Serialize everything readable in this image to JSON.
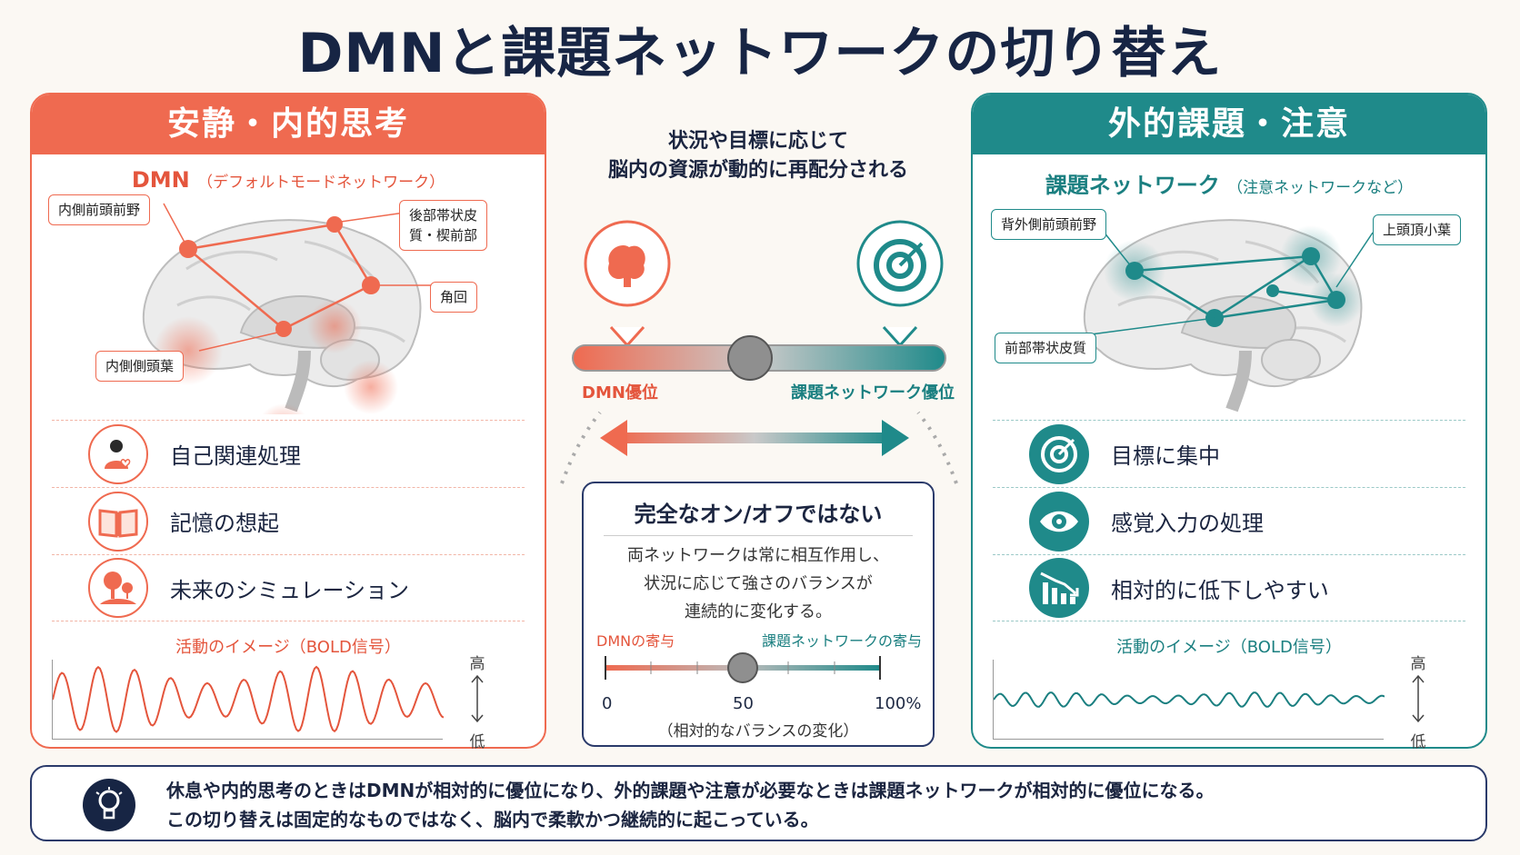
{
  "title": "DMNと課題ネットワークの切り替え",
  "left": {
    "header": "安静・内的思考",
    "subtitle": "DMN",
    "subtitle_note": "（デフォルトモードネットワーク）",
    "regions": [
      "内側前頭前野",
      "後部帯状皮",
      "質・楔前部",
      "角回",
      "内側側頭葉"
    ],
    "items": [
      "自己関連処理",
      "記憶の想起",
      "未来のシミュレーション"
    ],
    "item_icons": [
      "self-heart-icon",
      "book-icon",
      "tree-icon"
    ],
    "activity_label": "活動のイメージ（BOLD信号）",
    "scale_high": "高",
    "scale_low": "低",
    "color": "#ef6a50"
  },
  "right": {
    "header": "外的課題・注意",
    "subtitle": "課題ネットワーク",
    "subtitle_note": "（注意ネットワークなど）",
    "regions": [
      "背外側前頭前野",
      "上頭頂小葉",
      "前部帯状皮質"
    ],
    "items": [
      "目標に集中",
      "感覚入力の処理",
      "相対的に低下しやすい"
    ],
    "item_icons": [
      "target-icon",
      "eye-icon",
      "declining-chart-icon"
    ],
    "activity_label": "活動のイメージ（BOLD信号）",
    "scale_high": "高",
    "scale_low": "低",
    "color": "#1f8a8a"
  },
  "center": {
    "line1": "状況や目標に応じて",
    "line2": "脳内の資源が動的に再配分される",
    "dmn_label": "DMN優位",
    "task_label": "課題ネットワーク優位",
    "box": {
      "title": "完全なオン/オフではない",
      "text1": "両ネットワークは常に相互作用し、",
      "text2": "状況に応じて強さのバランスが",
      "text3": "連続的に変化する。",
      "dmn_contrib": "DMNの寄与",
      "task_contrib": "課題ネットワークの寄与",
      "tick_0": "0",
      "tick_50": "50",
      "tick_100": "100%",
      "slider_value": 50,
      "caption": "（相対的なバランスの変化）"
    }
  },
  "footer": {
    "line1": "休息や内的思考のときはDMNが相対的に優位になり、外的課題や注意が必要なときは課題ネットワークが相対的に優位になる。",
    "line2": "この切り替えは固定的なものではなく、脳内で柔軟かつ継続的に起こっている。"
  }
}
